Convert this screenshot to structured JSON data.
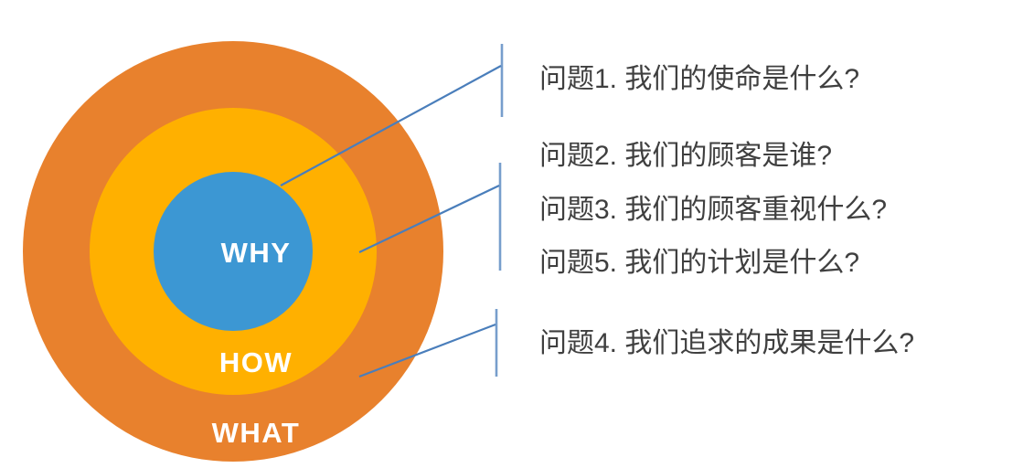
{
  "diagram": {
    "name": "golden-circle",
    "rings": [
      {
        "id": "what",
        "label": "WHAT",
        "color": "#E8812D"
      },
      {
        "id": "how",
        "label": "HOW",
        "color": "#FFB000"
      },
      {
        "id": "why",
        "label": "WHY",
        "color": "#3C97D3"
      }
    ],
    "connector_color": "#4A7EBB"
  },
  "questions": {
    "text_color": "#3F3F3F",
    "items": [
      {
        "text": "问题1. 我们的使命是什么?",
        "ring": "why"
      },
      {
        "text": "问题2. 我们的顾客是谁?",
        "ring": "how"
      },
      {
        "text": "问题3. 我们的顾客重视什么?",
        "ring": "how"
      },
      {
        "text": "问题5. 我们的计划是什么?",
        "ring": "how"
      },
      {
        "text": "问题4. 我们追求的成果是什么?",
        "ring": "what"
      }
    ]
  }
}
